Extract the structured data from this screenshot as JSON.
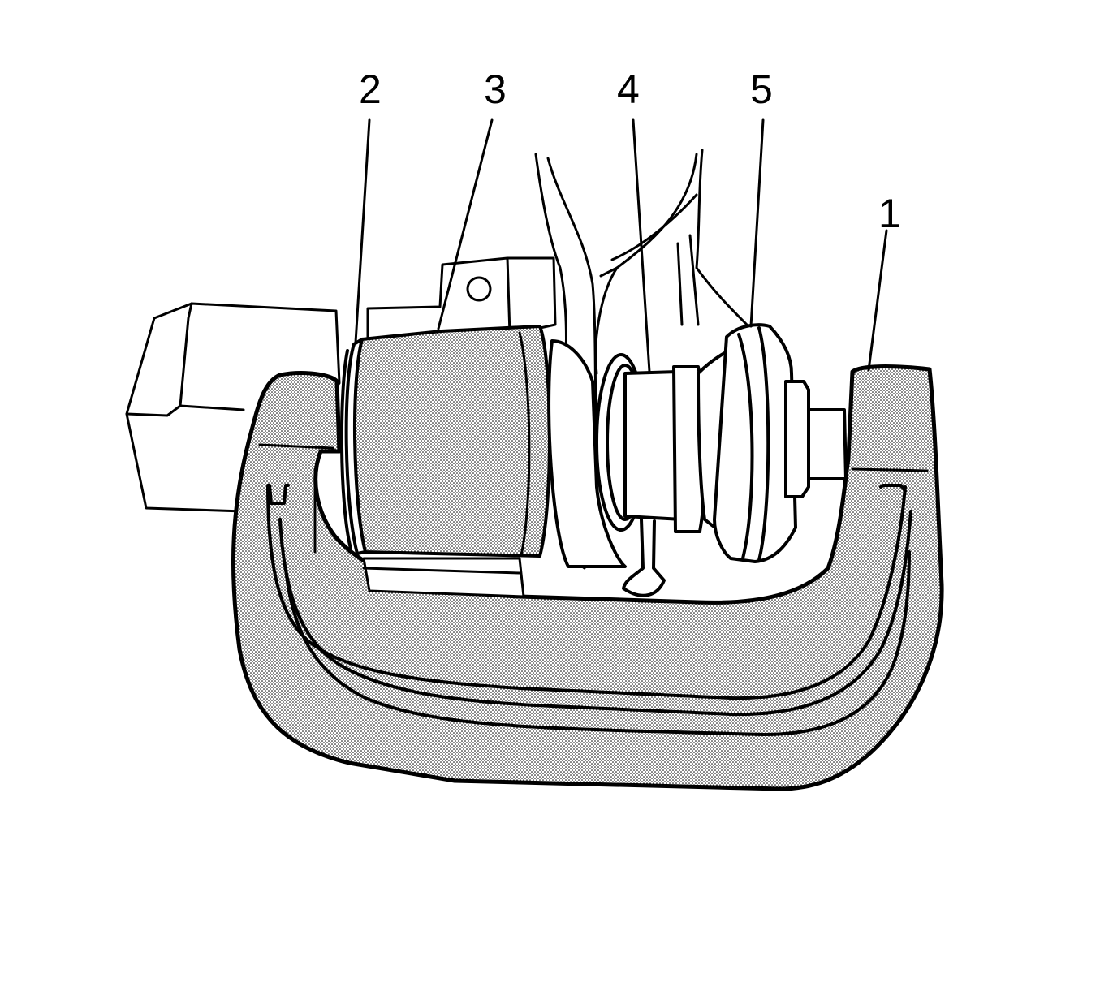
{
  "callouts": [
    {
      "id": "c1",
      "label": "1"
    },
    {
      "id": "c2",
      "label": "2"
    },
    {
      "id": "c3",
      "label": "3"
    },
    {
      "id": "c4",
      "label": "4"
    },
    {
      "id": "c5",
      "label": "5"
    }
  ],
  "colors": {
    "line": "#000000",
    "background": "#ffffff",
    "shade_dots": "#000000"
  }
}
